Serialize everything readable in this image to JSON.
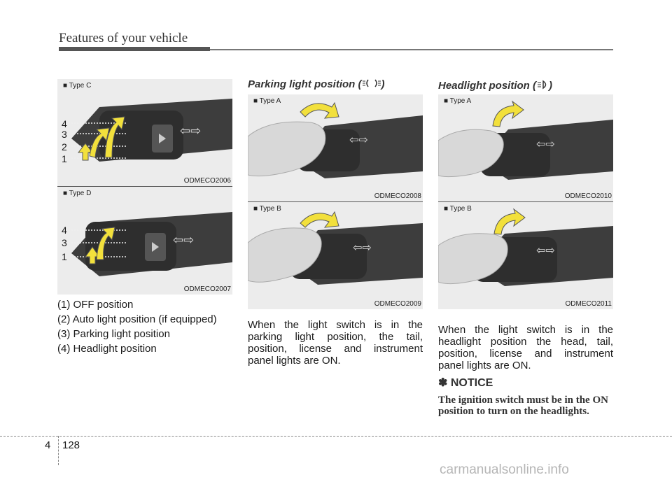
{
  "header": {
    "title": "Features of your vehicle"
  },
  "figures": {
    "c": {
      "type": "■ Type C",
      "code": "ODMECO2006",
      "numbers": [
        "4",
        "3",
        "2",
        "1"
      ]
    },
    "d": {
      "type": "■ Type D",
      "code": "ODMECO2007",
      "numbers": [
        "4",
        "3",
        "1"
      ]
    },
    "pa": {
      "type": "■ Type A",
      "code": "ODMECO2008"
    },
    "pb": {
      "type": "■ Type B",
      "code": "ODMECO2009"
    },
    "ha": {
      "type": "■ Type A",
      "code": "ODMECO2010"
    },
    "hb": {
      "type": "■ Type B",
      "code": "ODMECO2011"
    }
  },
  "positions": [
    "(1) OFF position",
    "(2) Auto light position (if equipped)",
    "(3) Parking light position",
    "(4) Headlight position"
  ],
  "parking": {
    "title": "Parking light position (",
    "title_end": ")",
    "text": "When the light switch is in the parking light position, the tail, position, license and instrument panel lights are ON."
  },
  "headlight": {
    "title": "Headlight position (",
    "title_end": ")",
    "text": "When the light switch is in the headlight position the head, tail, position, license and instrument panel lights are ON."
  },
  "notice": {
    "title": "✽ NOTICE",
    "text": "The ignition switch must be in the ON position to turn on the headlights."
  },
  "footer": {
    "chapter": "4",
    "page": "128"
  },
  "watermark": "carmanualsonline.info",
  "colors": {
    "arrow": "#f2e03c",
    "stalk": "#3d3d3d",
    "header_bar": "#555555"
  }
}
